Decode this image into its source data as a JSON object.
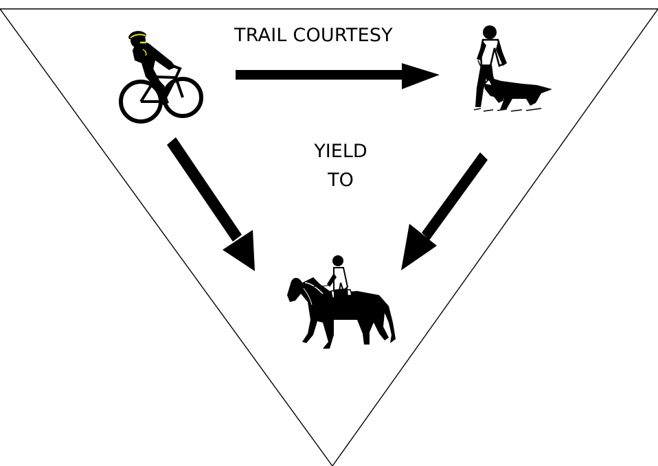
{
  "diagram": {
    "title": "TRAIL COURTESY",
    "center_label": {
      "line1": "YIELD",
      "line2": "TO"
    }
  },
  "nodes": {
    "cyclist": {
      "icon": "cyclist-icon",
      "accent": "#e8e020"
    },
    "hiker": {
      "icon": "hiker-with-dog-icon"
    },
    "horse_rider": {
      "icon": "horse-rider-icon"
    }
  },
  "edges": [
    {
      "from": "cyclist",
      "to": "hiker",
      "meaning": "yields"
    },
    {
      "from": "cyclist",
      "to": "horse_rider",
      "meaning": "yields"
    },
    {
      "from": "hiker",
      "to": "horse_rider",
      "meaning": "yields"
    }
  ],
  "colors": {
    "ink": "#000000",
    "background": "#ffffff"
  }
}
